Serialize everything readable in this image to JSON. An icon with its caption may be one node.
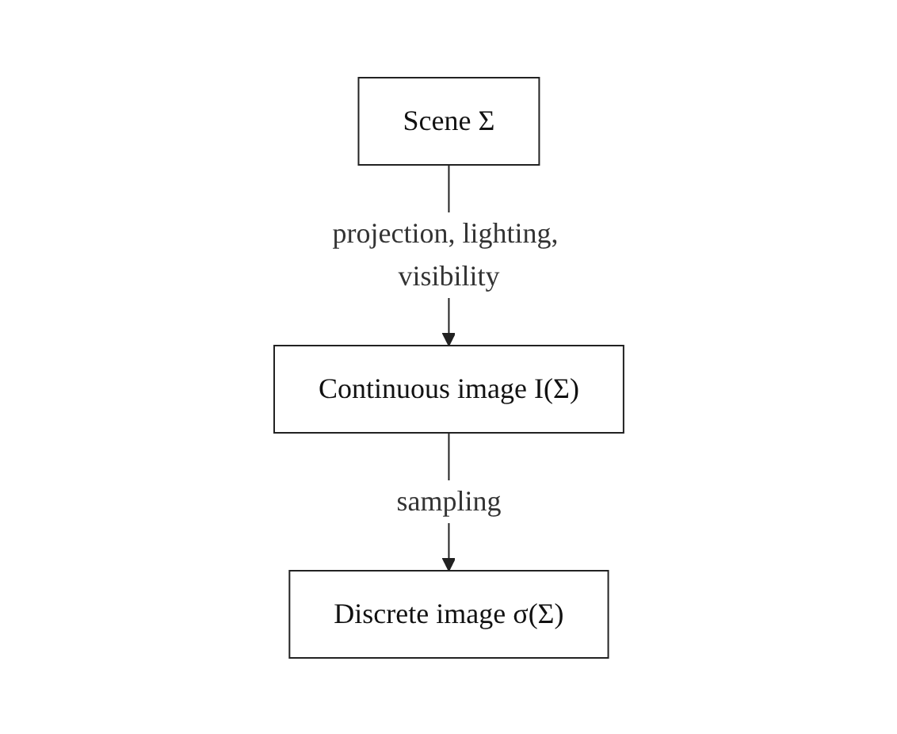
{
  "diagram": {
    "nodes": [
      {
        "text": [
          "Scene Σ"
        ]
      },
      {
        "text": [
          "Continuous image I(Σ)"
        ]
      },
      {
        "text": [
          "Discrete image σ(Σ)"
        ]
      }
    ],
    "edges": [
      {
        "from": 0,
        "to": 1,
        "arrow": "to",
        "label": "projection, lighting, visibility"
      },
      {
        "from": 1,
        "to": 2,
        "arrow": "to",
        "label": "sampling"
      }
    ]
  }
}
